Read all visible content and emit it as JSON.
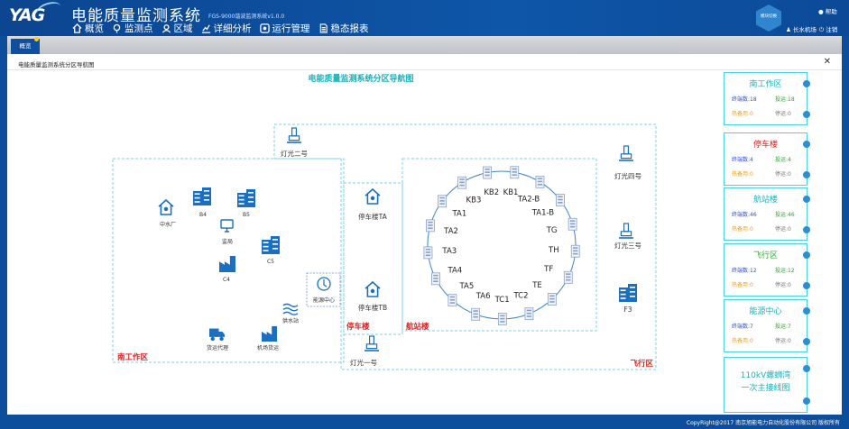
{
  "app": {
    "logo_text": "YAG",
    "title": "电能质量监测系统",
    "version": "FGS-9000谐波监测系统v1.0.0"
  },
  "nav": [
    {
      "label": "概览",
      "icon": "home-icon"
    },
    {
      "label": "监测点",
      "icon": "pin-icon"
    },
    {
      "label": "区域",
      "icon": "area-icon"
    },
    {
      "label": "详细分析",
      "icon": "chart-icon"
    },
    {
      "label": "运行管理",
      "icon": "gear-icon"
    },
    {
      "label": "稳态报表",
      "icon": "document-icon"
    }
  ],
  "header_right": {
    "badge": "模块切换",
    "help": "帮助",
    "user": "长水机场",
    "logout": "注销"
  },
  "tab": {
    "label": "概览"
  },
  "panel": {
    "title": "电能质量监测系统分区导航图",
    "map_title": "电能质量监测系统分区导航图"
  },
  "zones": {
    "south": "南工作区",
    "parking": "停车楼",
    "terminal": "航站楼",
    "flight": "飞行区"
  },
  "buildings": [
    "中水厂",
    "B4",
    "B5",
    "监局",
    "C5",
    "C4",
    "能源中心",
    "供水站",
    "货运代理",
    "机场货运"
  ],
  "parking_nodes": [
    "停车楼TA",
    "停车楼TB"
  ],
  "lights": [
    "灯光二号",
    "灯光一号",
    "灯光四号",
    "灯光三号"
  ],
  "flight_nodes": [
    "F3"
  ],
  "ring_nodes": [
    "KB1",
    "TA2-B",
    "TA1-B",
    "TG",
    "TH",
    "TF",
    "TE",
    "TC2",
    "TC1",
    "TA6",
    "TA5",
    "TA4",
    "TA3",
    "TA2",
    "TA1",
    "KB3",
    "KB2"
  ],
  "cards": [
    {
      "title": "南工作区",
      "total_label": "终端数:",
      "total": "18",
      "on_label": "投运:",
      "on": "18",
      "spare_label": "热备用:",
      "spare": "0",
      "off_label": "停运:",
      "off": "0"
    },
    {
      "title": "停车楼",
      "total_label": "终端数:",
      "total": "4",
      "on_label": "投运:",
      "on": "4",
      "spare_label": "热备用:",
      "spare": "0",
      "off_label": "停运:",
      "off": "0"
    },
    {
      "title": "航站楼",
      "total_label": "终端数:",
      "total": "46",
      "on_label": "投运:",
      "on": "46",
      "spare_label": "热备用:",
      "spare": "0",
      "off_label": "停运:",
      "off": "0"
    },
    {
      "title": "飞行区",
      "total_label": "终端数:",
      "total": "12",
      "on_label": "投运:",
      "on": "12",
      "spare_label": "热备用:",
      "spare": "0",
      "off_label": "停运:",
      "off": "0"
    },
    {
      "title": "能源中心",
      "total_label": "终端数:",
      "total": "7",
      "on_label": "投运:",
      "on": "7",
      "spare_label": "热备用:",
      "spare": "0",
      "off_label": "停运:",
      "off": "0"
    }
  ],
  "last_card": {
    "line1": "110kV螺蛳湾",
    "line2": "一次主接线图"
  },
  "footer": {
    "copyright": "CopyRight@2017 南京旭能电力自动化股份有限公司 版权所有"
  },
  "colors": {
    "header": "#0d4e9c",
    "zone_border": "#7dd3e8",
    "zone_label": "#e02020",
    "card_border": "#49d2e3",
    "card_title_teal": "#19b0b8",
    "card_title_red": "#e02020",
    "total": "#2f4fd8",
    "on": "#2ba52b",
    "spare": "#f0a020",
    "off": "#777777",
    "icon": "#1a6fc0"
  }
}
